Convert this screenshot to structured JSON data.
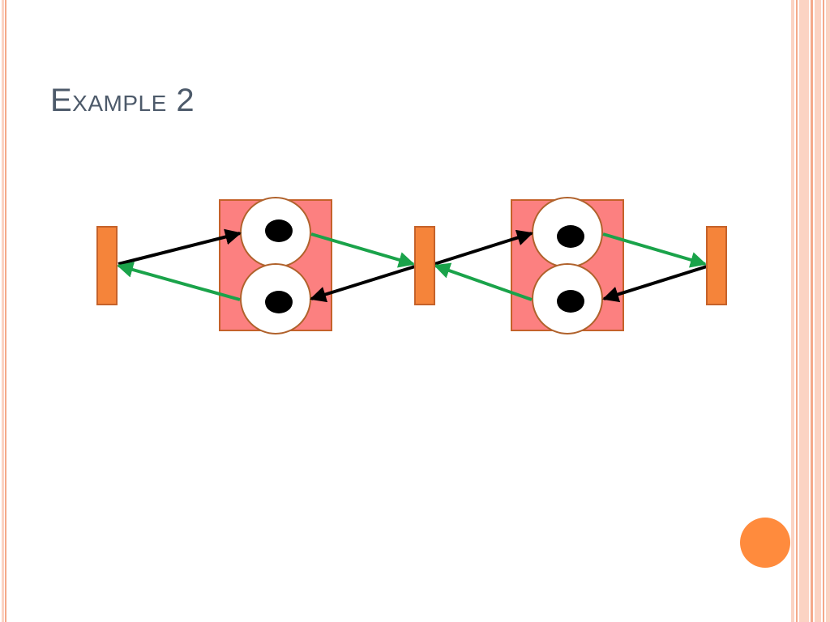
{
  "slide": {
    "title": "Example 2"
  },
  "colors": {
    "title_text": "#4d5a6a",
    "background": "#ffffff",
    "border_stripe_light": "#fbd3c3",
    "border_stripe_dark": "#f4a98a",
    "transition_fill": "#f5843a",
    "transition_stroke": "#c5622a",
    "place_group_fill": "#fc8080",
    "place_group_stroke": "#c5622a",
    "place_fill": "#ffffff",
    "place_stroke": "#b0622c",
    "token": "#000000",
    "arc_black": "#000000",
    "arc_green": "#1aa34a",
    "accent_dot": "#ff8b3d"
  },
  "diagram": {
    "transitions": [
      "t1",
      "t2",
      "t3"
    ],
    "place_groups": [
      "group1",
      "group2"
    ],
    "places": [
      {
        "id": "p1_top",
        "group": "group1",
        "tokens": 1
      },
      {
        "id": "p1_bottom",
        "group": "group1",
        "tokens": 1
      },
      {
        "id": "p2_top",
        "group": "group2",
        "tokens": 1
      },
      {
        "id": "p2_bottom",
        "group": "group2",
        "tokens": 1
      }
    ],
    "arcs": [
      {
        "from": "t1",
        "to": "p1_top",
        "color": "black"
      },
      {
        "from": "p1_bottom",
        "to": "t1",
        "color": "green"
      },
      {
        "from": "p1_top",
        "to": "t2",
        "color": "green"
      },
      {
        "from": "t2",
        "to": "p1_bottom",
        "color": "black"
      },
      {
        "from": "t2",
        "to": "p2_top",
        "color": "black"
      },
      {
        "from": "p2_bottom",
        "to": "t2",
        "color": "green"
      },
      {
        "from": "p2_top",
        "to": "t3",
        "color": "green"
      },
      {
        "from": "t3",
        "to": "p2_bottom",
        "color": "black"
      }
    ]
  }
}
